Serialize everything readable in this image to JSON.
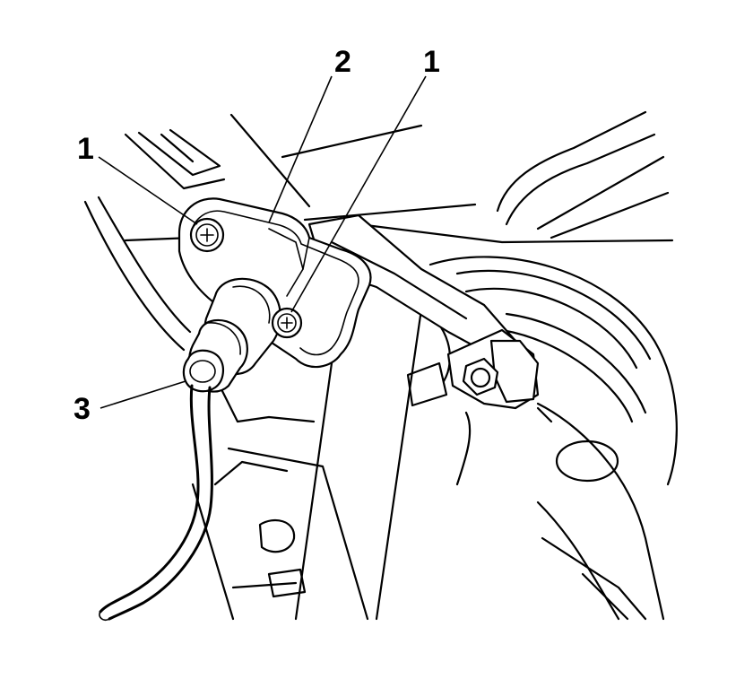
{
  "callouts": {
    "c1_left": "1",
    "c2_top": "2",
    "c1_top": "1",
    "c3_left": "3"
  }
}
